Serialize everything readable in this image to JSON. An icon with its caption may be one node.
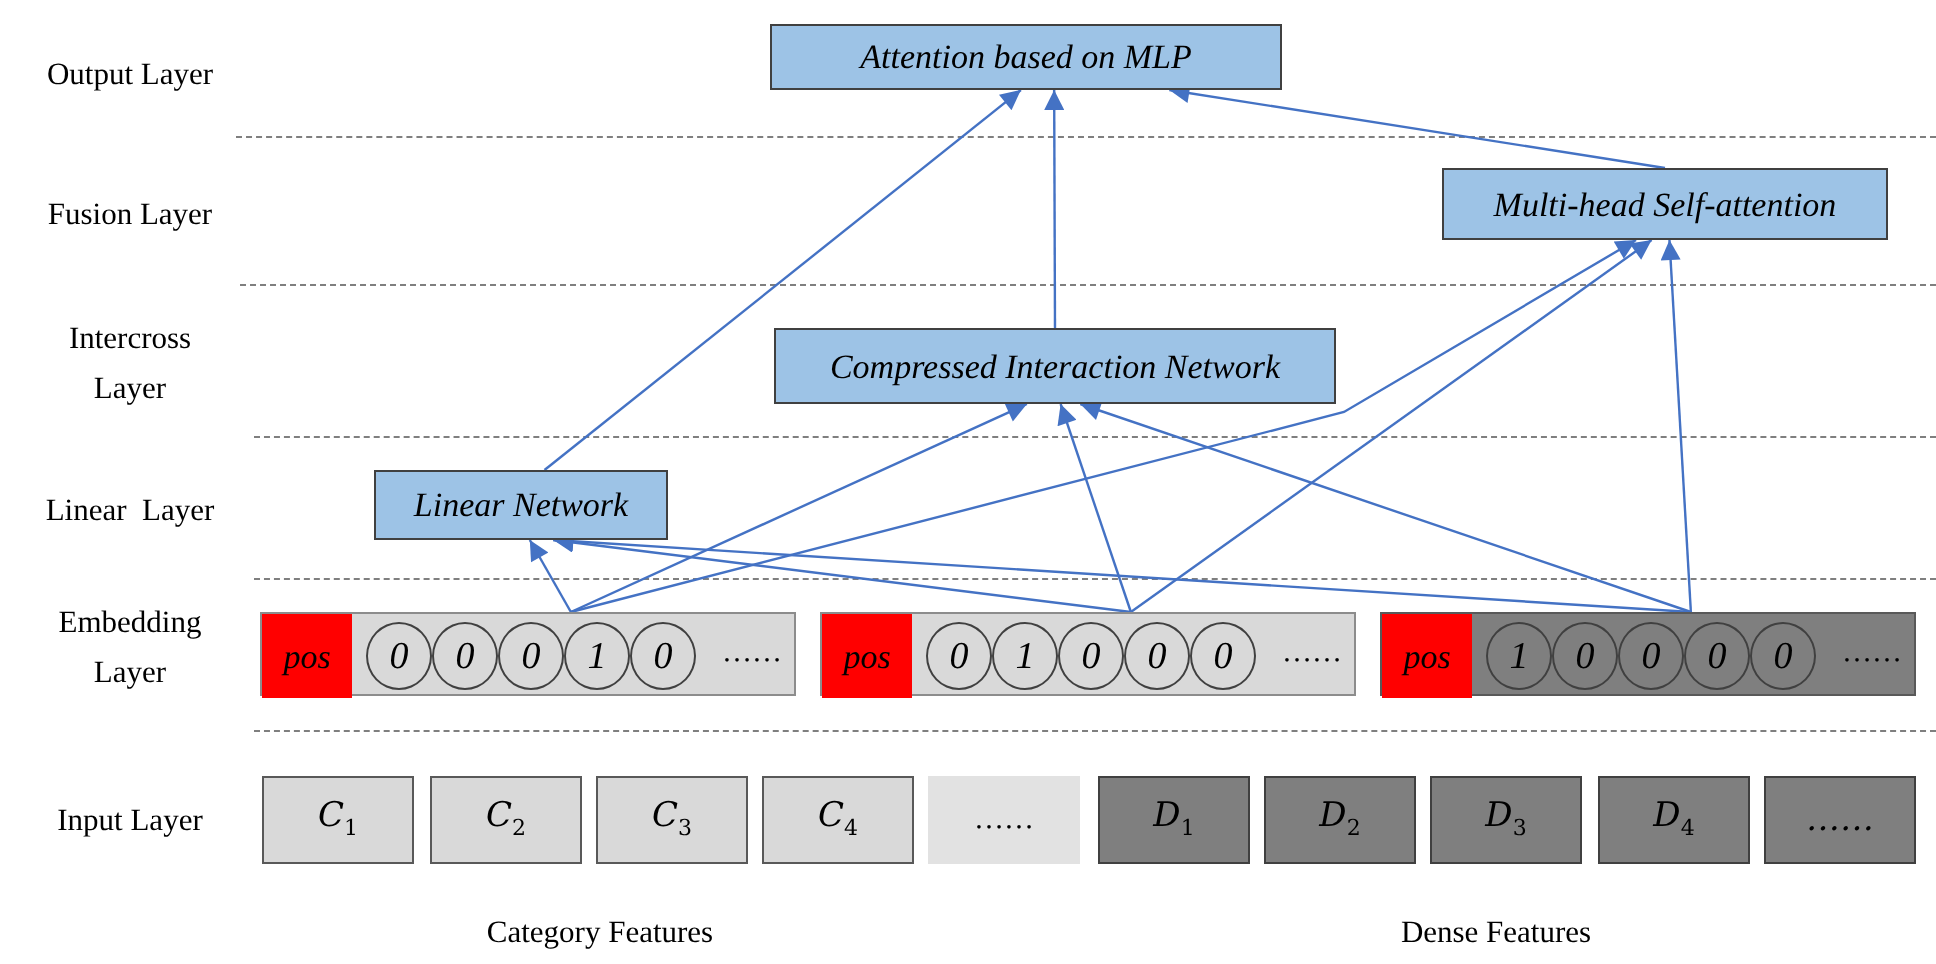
{
  "diagram": {
    "nodes": [
      {
        "text": [
          "Attention based on MLP"
        ]
      },
      {
        "text": [
          "Multi-head Self-attention"
        ]
      },
      {
        "text": [
          "Compressed Interaction Network"
        ]
      },
      {
        "text": [
          "Linear Network"
        ]
      },
      {
        "text": [
          "……"
        ]
      },
      {
        "text": [
          "pos"
        ],
        "in": 4
      },
      {
        "text": [
          "0"
        ],
        "in": 4
      },
      {
        "text": [
          "0"
        ],
        "in": 4
      },
      {
        "text": [
          "0"
        ],
        "in": 4
      },
      {
        "text": [
          "1"
        ],
        "in": 4
      },
      {
        "text": [
          "0"
        ],
        "in": 4
      },
      {
        "text": [
          "……"
        ]
      },
      {
        "text": [
          "pos"
        ],
        "in": 11
      },
      {
        "text": [
          "0"
        ],
        "in": 11
      },
      {
        "text": [
          "1"
        ],
        "in": 11
      },
      {
        "text": [
          "0"
        ],
        "in": 11
      },
      {
        "text": [
          "0"
        ],
        "in": 11
      },
      {
        "text": [
          "0"
        ],
        "in": 11
      },
      {
        "text": [
          "……"
        ]
      },
      {
        "text": [
          "pos"
        ],
        "in": 18
      },
      {
        "text": [
          "1"
        ],
        "in": 18
      },
      {
        "text": [
          "0"
        ],
        "in": 18
      },
      {
        "text": [
          "0"
        ],
        "in": 18
      },
      {
        "text": [
          "0"
        ],
        "in": 18
      },
      {
        "text": [
          "0"
        ],
        "in": 18
      },
      {
        "text": [
          "C$_{1}$"
        ]
      },
      {
        "text": [
          "C$_{2}$"
        ]
      },
      {
        "text": [
          "C$_{3}$"
        ]
      },
      {
        "text": [
          "C$_{4}$"
        ]
      },
      {
        "text": [
          "……"
        ]
      },
      {
        "text": [
          "D$_{1}$"
        ]
      },
      {
        "text": [
          "D$_{2}$"
        ]
      },
      {
        "text": [
          "D$_{3}$"
        ]
      },
      {
        "text": [
          "D$_{4}$"
        ]
      },
      {
        "text": [
          "……"
        ]
      }
    ],
    "edges": [
      {
        "from": 4,
        "to": 3,
        "arrow": "to"
      },
      {
        "from": 4,
        "to": 2,
        "arrow": "to"
      },
      {
        "from": 4,
        "to": 1,
        "arrow": "to"
      },
      {
        "from": 11,
        "to": 3,
        "arrow": "to"
      },
      {
        "from": 11,
        "to": 2,
        "arrow": "to"
      },
      {
        "from": 11,
        "to": 1,
        "arrow": "to"
      },
      {
        "from": 18,
        "to": 3,
        "arrow": "to"
      },
      {
        "from": 18,
        "to": 2,
        "arrow": "to"
      },
      {
        "from": 18,
        "to": 1,
        "arrow": "to"
      },
      {
        "from": 3,
        "to": 0,
        "arrow": "to"
      },
      {
        "from": 2,
        "to": 0,
        "arrow": "to"
      },
      {
        "from": 1,
        "to": 0,
        "arrow": "to"
      }
    ],
    "labels": [
      "Output Layer",
      "Fusion Layer",
      "Intercross Layer",
      "Linear  Layer",
      "Embedding Layer",
      "Input Layer",
      "Category Features",
      "Dense Features"
    ]
  }
}
